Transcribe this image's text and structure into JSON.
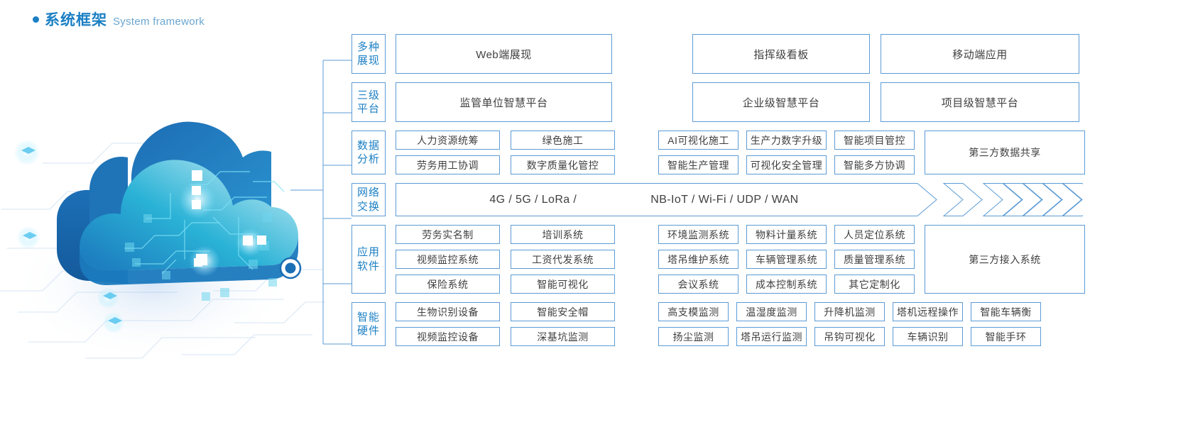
{
  "heading": {
    "cn": "系统框架",
    "en": "System framework",
    "accent": "#1b7fc4",
    "dot_icon": "bullet-dot-icon"
  },
  "artwork": {
    "name": "cloud-circuit-illustration",
    "node_icon": "connection-node-icon"
  },
  "colors": {
    "border": "#5b9bd5",
    "label_text": "#1b7fc4",
    "cell_text": "#3f3f3f",
    "cloud_dark": "#1b6fb5",
    "cloud_light": "#35bdd9"
  },
  "rows": [
    {
      "id": "presentation",
      "label_lines": [
        "多种",
        "展现"
      ],
      "type": "wide",
      "cells": [
        "Web端展现",
        "指挥级看板",
        "移动端应用"
      ]
    },
    {
      "id": "platform",
      "label_lines": [
        "三级",
        "平台"
      ],
      "type": "wide",
      "cells": [
        "监管单位智慧平台",
        "企业级智慧平台",
        "项目级智慧平台"
      ]
    },
    {
      "id": "data-analysis",
      "label_lines": [
        "数据",
        "分析"
      ],
      "type": "grid",
      "left": [
        [
          "人力资源统筹",
          "绿色施工"
        ],
        [
          "劳务用工协调",
          "数字质量化管控"
        ]
      ],
      "mid": [
        [
          "AI可视化施工",
          "生产力数字升级",
          "智能项目管控"
        ],
        [
          "智能生产管理",
          "可视化安全管理",
          "智能多方协调"
        ]
      ],
      "right": "第三方数据共享"
    },
    {
      "id": "network-exchange",
      "label_lines": [
        "网络",
        "交换"
      ],
      "type": "band",
      "texts": [
        "4G / 5G / LoRa /",
        "NB-IoT / Wi-Fi / UDP / WAN"
      ],
      "arrow_count": 7
    },
    {
      "id": "application-software",
      "label_lines": [
        "应用",
        "软件"
      ],
      "type": "grid",
      "left": [
        [
          "劳务实名制",
          "培训系统"
        ],
        [
          "视频监控系统",
          "工资代发系统"
        ],
        [
          "保险系统",
          "智能可视化"
        ]
      ],
      "mid": [
        [
          "环境监测系统",
          "物料计量系统",
          "人员定位系统"
        ],
        [
          "塔吊维护系统",
          "车辆管理系统",
          "质量管理系统"
        ],
        [
          "会议系统",
          "成本控制系统",
          "其它定制化"
        ]
      ],
      "right": "第三方接入系统"
    },
    {
      "id": "smart-hardware",
      "label_lines": [
        "智能",
        "硬件"
      ],
      "type": "grid5",
      "left": [
        [
          "生物识别设备",
          "智能安全帽"
        ],
        [
          "视频监控设备",
          "深基坑监测"
        ]
      ],
      "right": [
        [
          "高支模监测",
          "温湿度监测",
          "升降机监测",
          "塔机远程操作",
          "智能车辆衡"
        ],
        [
          "扬尘监测",
          "塔吊运行监测",
          "吊钩可视化",
          "车辆识别",
          "智能手环"
        ]
      ]
    }
  ]
}
